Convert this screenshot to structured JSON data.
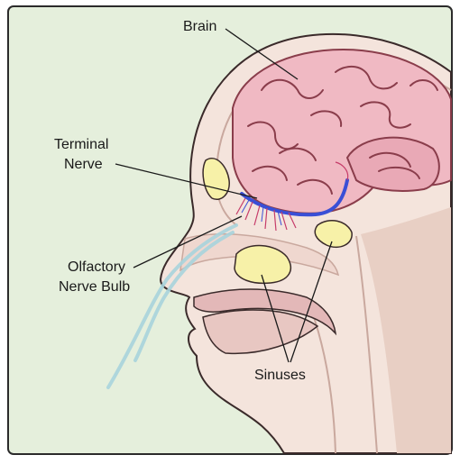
{
  "labels": {
    "brain": "Brain",
    "terminal_nerve_line1": "Terminal",
    "terminal_nerve_line2": "Nerve",
    "olfactory_line1": "Olfactory",
    "olfactory_line2": "Nerve Bulb",
    "sinuses": "Sinuses"
  },
  "colors": {
    "background": "#e5efdc",
    "frame": "#2b2b2b",
    "skin": "#f4e4dc",
    "skin_shadow": "#e8cfc4",
    "brain": "#f0b9c3",
    "brain_outline": "#8a3d4b",
    "sinus": "#f7f1a8",
    "nerve_blue": "#3a4fd6",
    "nerve_red": "#c63d6a",
    "airflow": "#a9d4dd",
    "outline": "#3a2a2a"
  }
}
